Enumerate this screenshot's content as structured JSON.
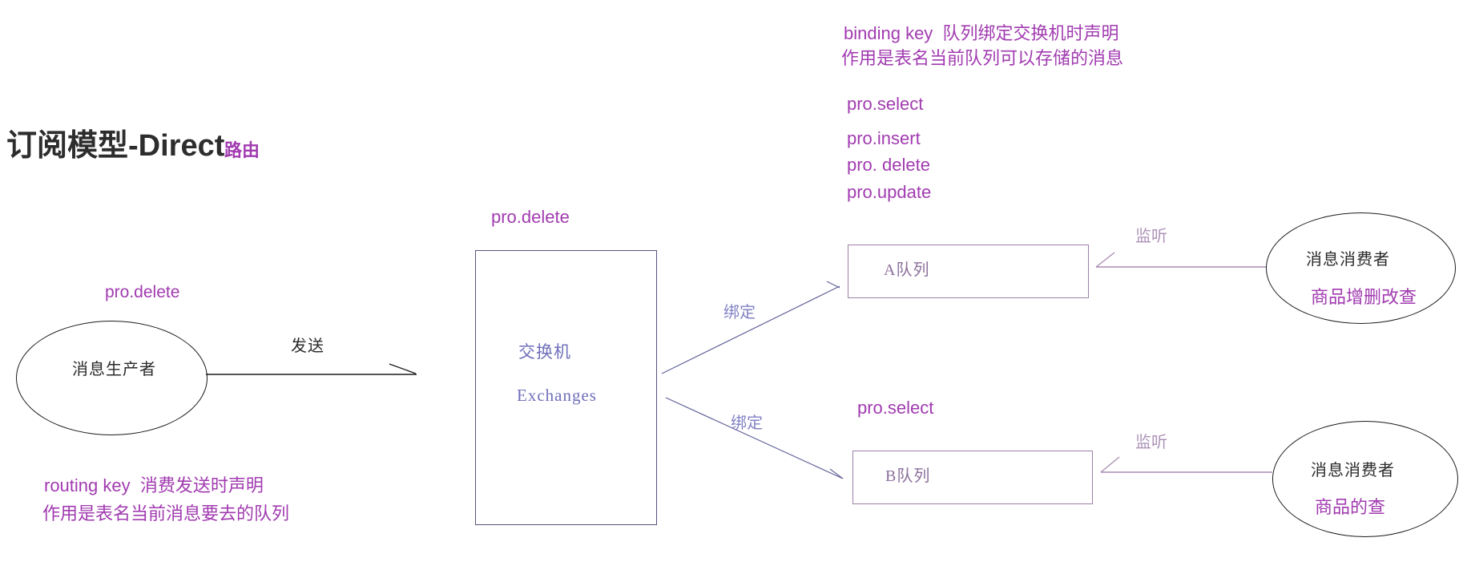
{
  "title": {
    "main": "订阅模型-Direct",
    "suffix": "路由"
  },
  "binding_key_note": {
    "line1": "binding key  队列绑定交换机时声明",
    "line2": "作用是表名当前队列可以存储的消息"
  },
  "routing_key_note": {
    "line1": "routing key  消费发送时声明",
    "line2": "作用是表名当前消息要去的队列"
  },
  "binding_keys": [
    "pro.select",
    "pro.insert",
    "pro. delete",
    "pro.update"
  ],
  "producer": {
    "label": "消息生产者",
    "routing_key": "pro.delete"
  },
  "exchange": {
    "name_cn": "交换机",
    "name_en": "Exchanges",
    "routing_key": "pro.delete"
  },
  "queues": {
    "a": {
      "label": "A队列"
    },
    "b": {
      "label": "B队列",
      "binding_key": "pro.select"
    }
  },
  "consumers": {
    "a": {
      "label": "消息消费者",
      "note": "商品增删改查"
    },
    "b": {
      "label": "消息消费者",
      "note": "商品的查"
    }
  },
  "edges": {
    "send": "发送",
    "bind_upper": "绑定",
    "bind_lower": "绑定",
    "listen_upper": "监听",
    "listen_lower": "监听"
  },
  "colors": {
    "annotation_purple": "#a13bb0",
    "exchange_text_blue": "#6f6fbc",
    "bind_text_blue": "#8282c6",
    "exchange_border": "#55557d",
    "queue_border": "#9d80a8",
    "queue_text": "#8b6f9b",
    "listen_purple": "#ad93b8",
    "ink": "#1c1c1c"
  }
}
